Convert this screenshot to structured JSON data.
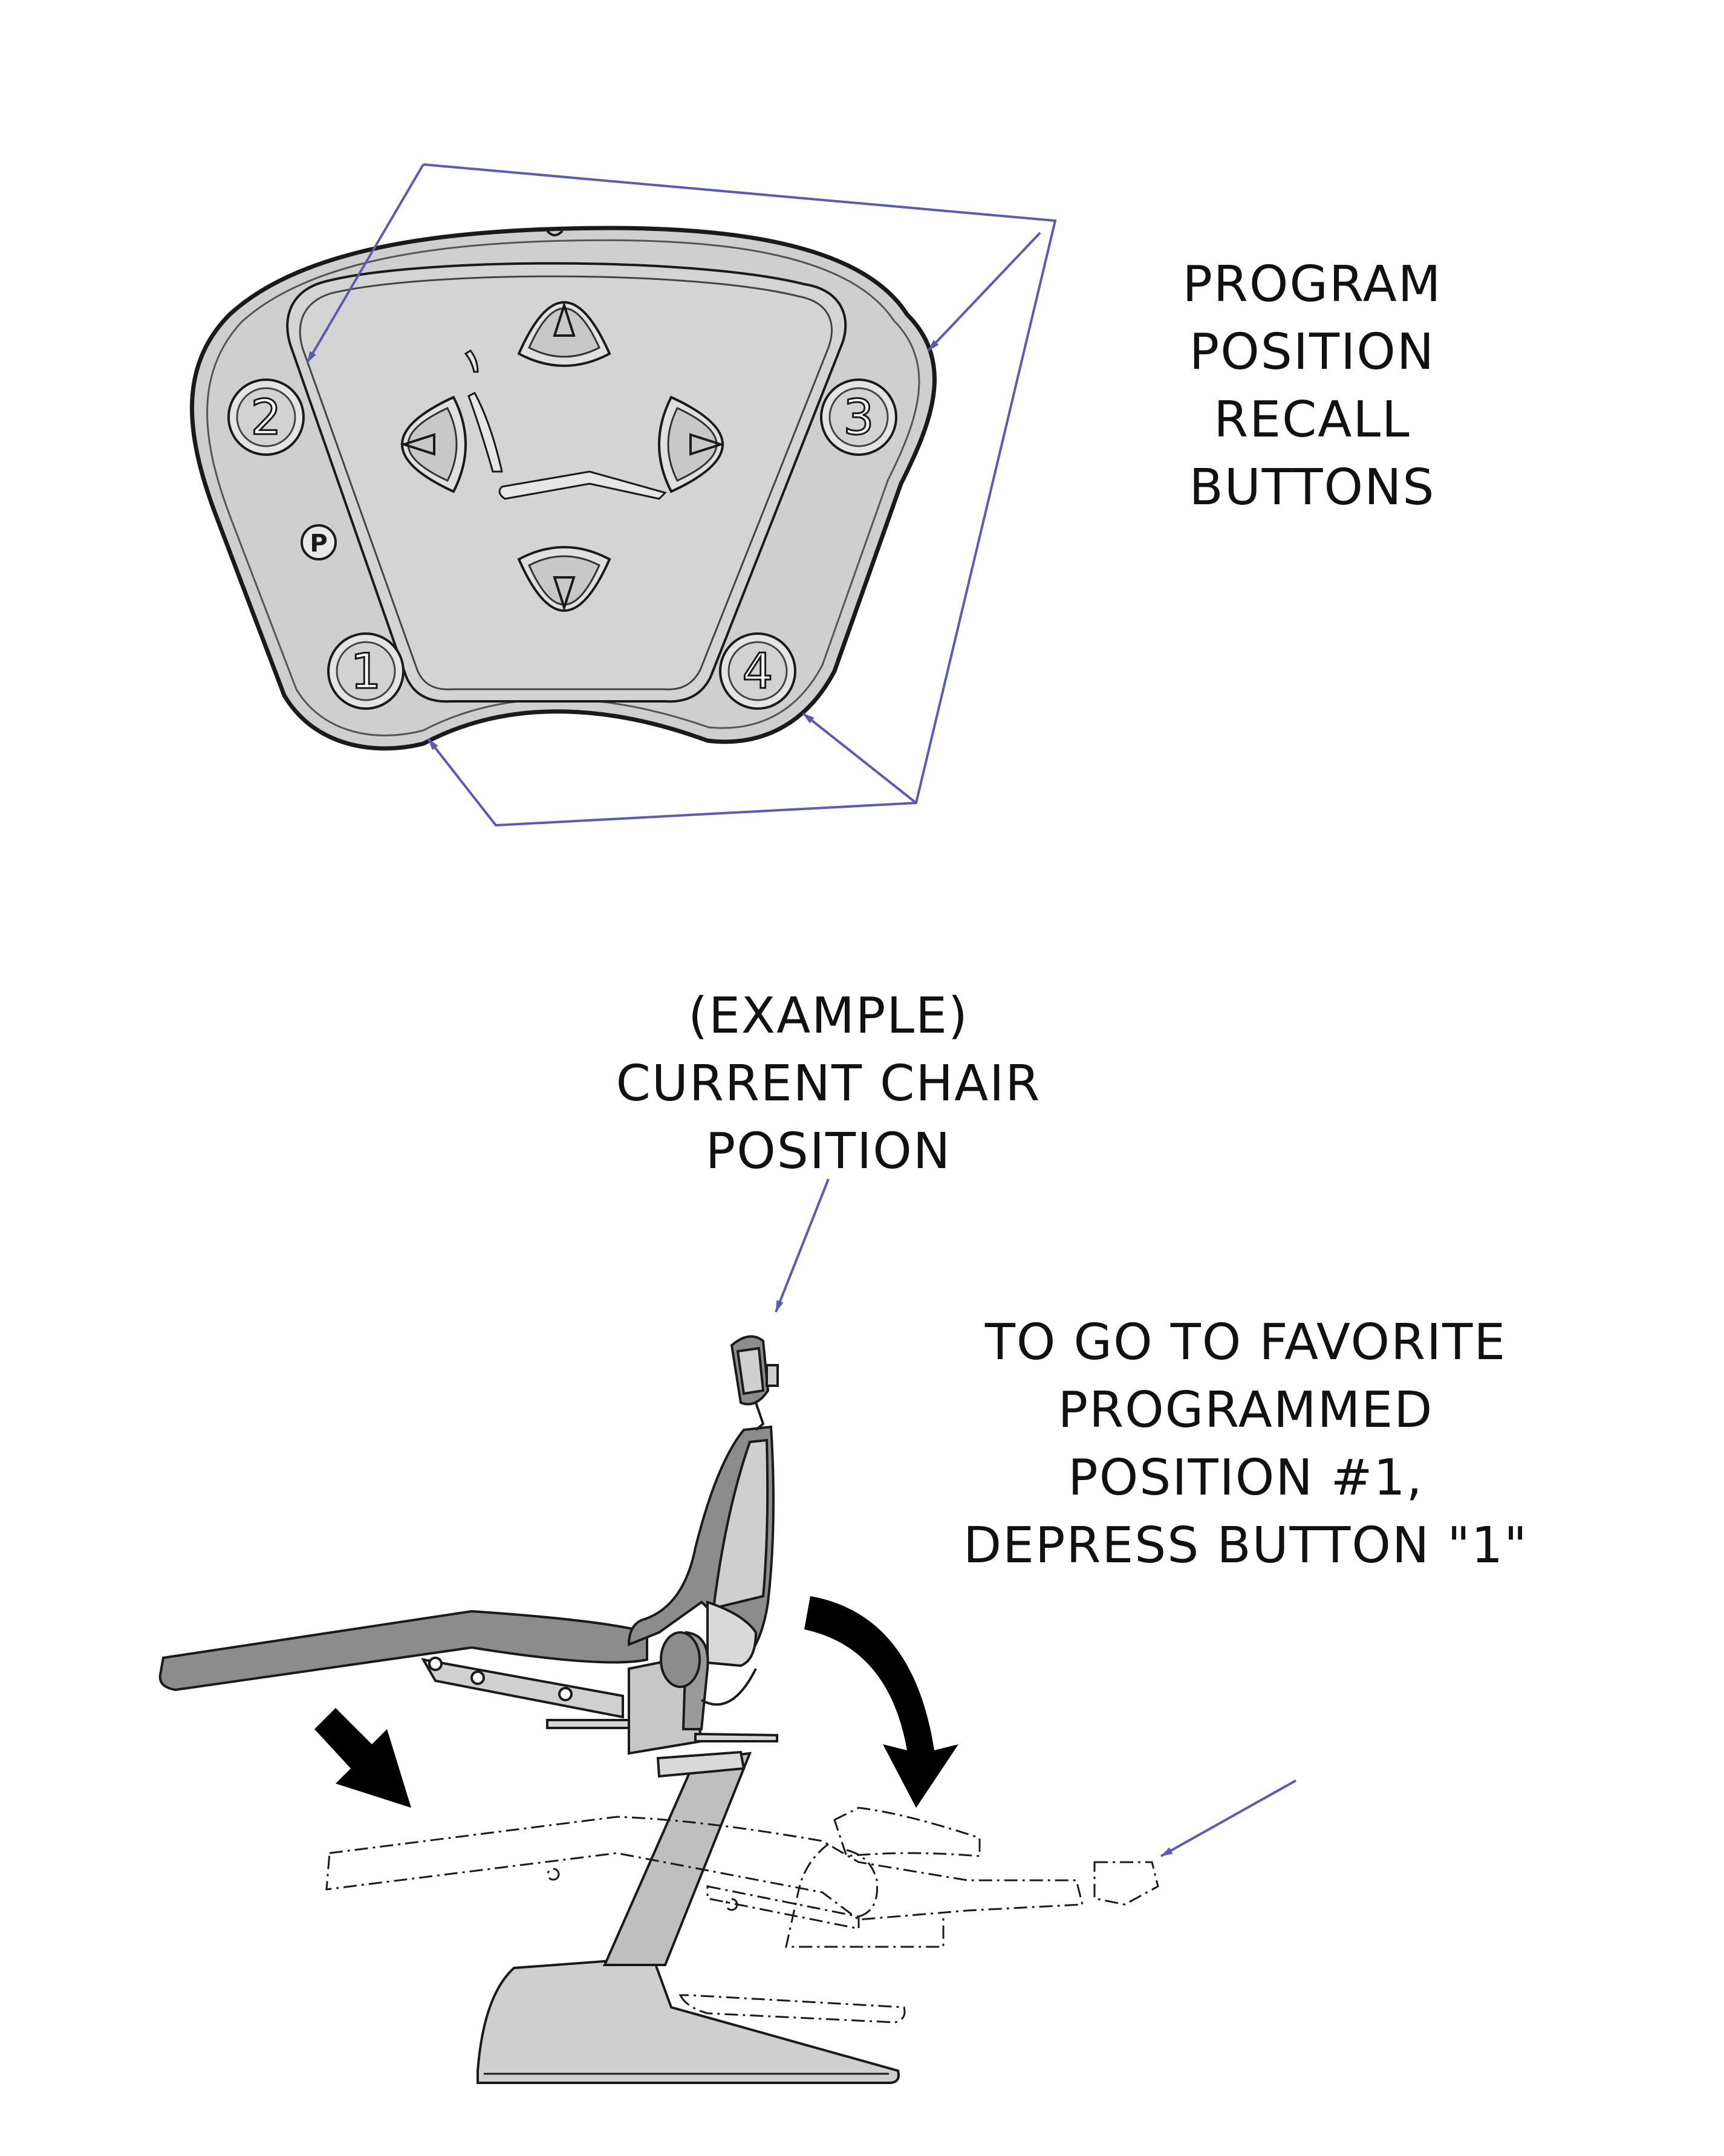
{
  "colors": {
    "pointer": "#5b5bb4",
    "panel_fill": "#d0d0d0",
    "outline": "#1a1a1a",
    "chair_dark": "#8c8c8c",
    "chair_light": "#cfcfcf",
    "motion_arrow": "#000000"
  },
  "control_pad": {
    "buttons": {
      "b1": "1",
      "b2": "2",
      "b3": "3",
      "b4": "4",
      "program": "P"
    },
    "icons": [
      "up-arrow-icon",
      "down-arrow-icon",
      "left-arrow-icon",
      "right-arrow-icon"
    ]
  },
  "labels": {
    "program_recall": [
      "PROGRAM",
      "POSITION",
      "RECALL",
      "BUTTONS"
    ],
    "example": [
      "(EXAMPLE)",
      "CURRENT CHAIR",
      "POSITION"
    ],
    "favorite": [
      "TO GO TO FAVORITE",
      "PROGRAMMED",
      "POSITION #1,",
      "DEPRESS BUTTON \"1\""
    ]
  }
}
